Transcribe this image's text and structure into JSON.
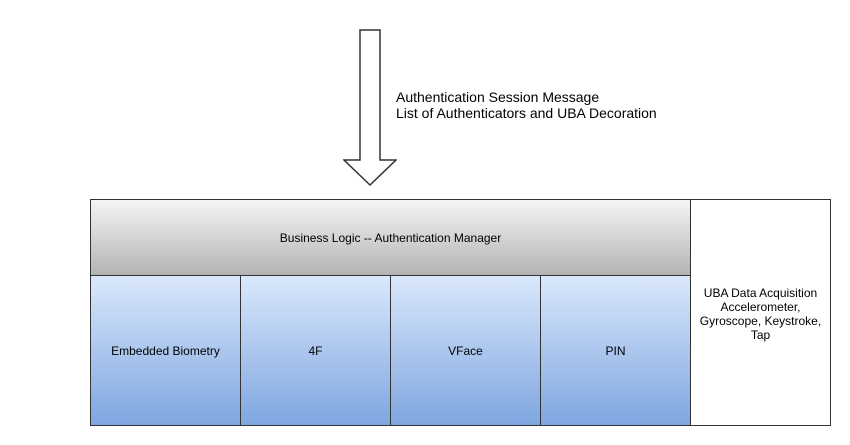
{
  "message": {
    "line1": "Authentication Session Message",
    "line2": "List of Authenticators and UBA Decoration"
  },
  "business_logic": {
    "label": "Business Logic -- Authentication Manager",
    "gradient_top": "#f5f5f5",
    "gradient_bottom": "#b3b3b3"
  },
  "authenticators": [
    {
      "label": "Embedded Biometry"
    },
    {
      "label": "4F"
    },
    {
      "label": "VFace"
    },
    {
      "label": "PIN"
    }
  ],
  "authenticator_colors": {
    "gradient_top": "#dae8fc",
    "gradient_bottom": "#7ea6e0"
  },
  "uba": {
    "line1": "UBA Data Acquisition",
    "line2": "Accelerometer,",
    "line3": "Gyroscope, Keystroke,",
    "line4": "Tap"
  },
  "arrow": {
    "icon": "down-arrow-icon",
    "direction": "down"
  }
}
